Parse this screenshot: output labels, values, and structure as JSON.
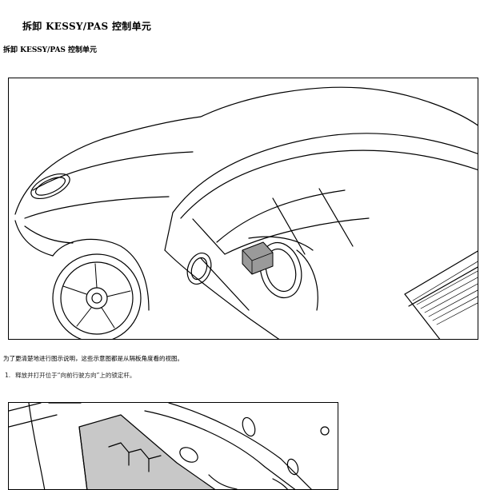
{
  "document": {
    "title": "拆卸 KESSY/PAS 控制单元",
    "section_title": "拆卸 KESSY/PAS 控制单元",
    "figure_caption": "为了更清楚地进行图示说明，这些示意图都是从隔板角度看的视图。",
    "steps": [
      {
        "number": "1.",
        "text": "释放并打开位于“向前行驶方向”上的锁定杆。"
      }
    ]
  },
  "colors": {
    "line": "#000000",
    "module_fill": "#9a9a9a",
    "part_fill": "#c8c8c8"
  },
  "icons": [
    "car-illustration",
    "control-unit-illustration"
  ]
}
